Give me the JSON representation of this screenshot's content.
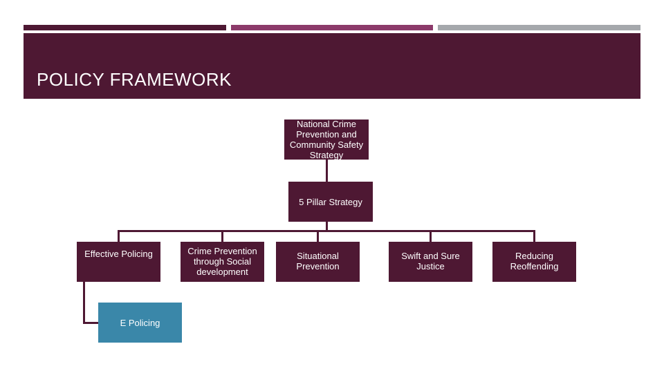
{
  "colors": {
    "dark_maroon": "#4E1833",
    "magenta": "#8C3A6A",
    "gray": "#A5A8AC",
    "teal": "#3A87A9",
    "connector": "#4E1833"
  },
  "slide": {
    "title": "POLICY FRAMEWORK"
  },
  "diagram": {
    "root": "National Crime Prevention and Community Safety Strategy",
    "pillar": "5 Pillar Strategy",
    "pillars": [
      "Effective Policing",
      "Crime Prevention through Social development",
      "Situational Prevention",
      "Swift and Sure Justice",
      "Reducing Reoffending"
    ],
    "sub_node": "E Policing"
  }
}
